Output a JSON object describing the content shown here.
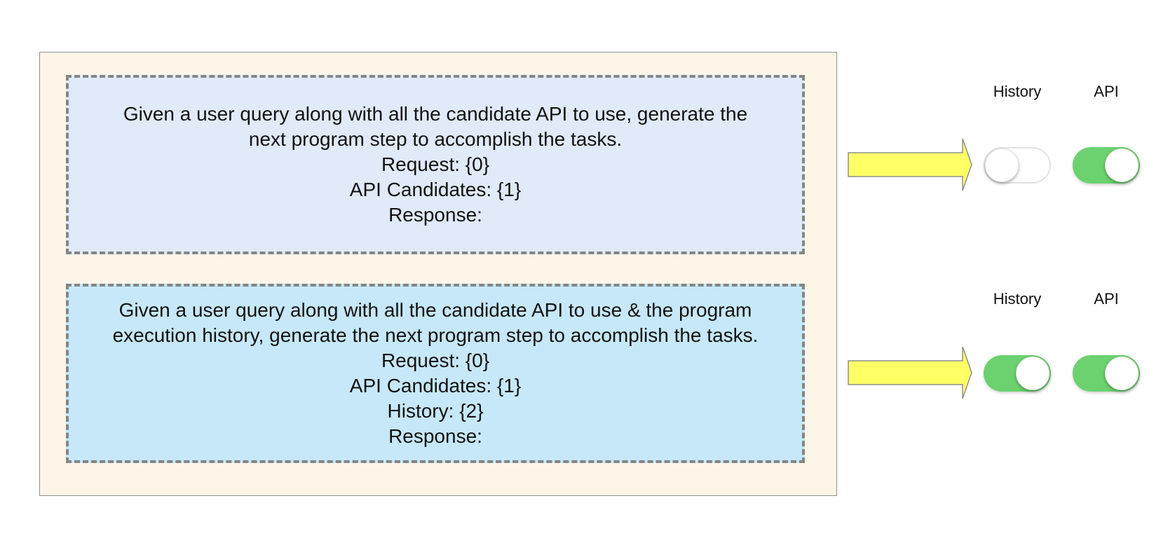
{
  "prompts": [
    {
      "lines": [
        "Given a user query along with all the candidate API to use, generate the",
        "next program step to accomplish the tasks.",
        "Request: {0}",
        "API Candidates: {1}",
        "Response:"
      ],
      "background": "#e0eaf8"
    },
    {
      "lines": [
        "Given a user query along with all the candidate API to use & the program",
        "execution history, generate the next program step to accomplish the tasks.",
        "Request: {0}",
        "API Candidates: {1}",
        "History: {2}",
        "Response:"
      ],
      "background": "#c6e8f8"
    }
  ],
  "toggle_rows": [
    {
      "history": {
        "label": "History",
        "on": false
      },
      "api": {
        "label": "API",
        "on": true
      }
    },
    {
      "history": {
        "label": "History",
        "on": true
      },
      "api": {
        "label": "API",
        "on": true
      }
    }
  ],
  "colors": {
    "container": "#fdf5e8",
    "arrow_fill": "#ffff66",
    "toggle_on": "#6bd26f",
    "dashed_border": "#858585"
  }
}
